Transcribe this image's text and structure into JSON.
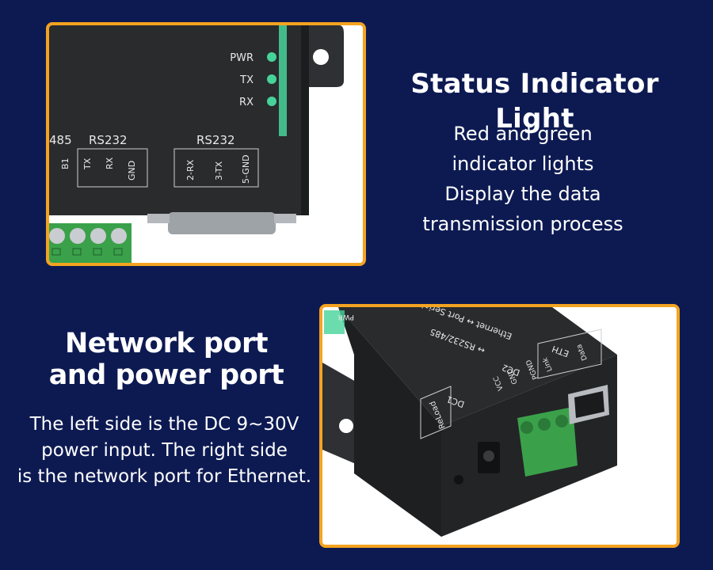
{
  "status_section": {
    "title": "Status Indicator Light",
    "description_lines": [
      "Red and green",
      "indicator lights",
      "Display the data",
      "transmission process"
    ],
    "device_labels": {
      "pwr": "PWR",
      "tx": "TX",
      "rx": "RX",
      "rs485": "485",
      "rs232_left": "RS232",
      "rs232_right": "RS232",
      "pin_b1": "B1",
      "pin_tx": "TX",
      "pin_rx": "RX",
      "pin_gnd": "GND",
      "pin_2rx": "2-RX",
      "pin_3tx": "3-TX",
      "pin_5gnd": "5-GND"
    }
  },
  "network_section": {
    "title_lines": [
      "Network port",
      "and power port"
    ],
    "description_lines": [
      "The left side is the DC 9~30V",
      "power input. The right side",
      "is the network port for Ethernet."
    ],
    "device_labels": {
      "reload": "ReLoad",
      "dc1": "DC1",
      "dc2": "DC2",
      "vcc": "VCC",
      "gnd": "GND",
      "pgnd": "PGND",
      "eth": "ETH",
      "link": "Link",
      "data": "Data",
      "pwr": "PWR",
      "model_line1": "Ethernet ↔ Port Serial server",
      "model_line2": "↔ RS232/485"
    }
  },
  "colors": {
    "background": "#0d1a52",
    "frame_border": "#f4a320",
    "device_body": "#2a2b2d",
    "led_green": "#46d39a",
    "terminal_green": "#3aa14a"
  }
}
